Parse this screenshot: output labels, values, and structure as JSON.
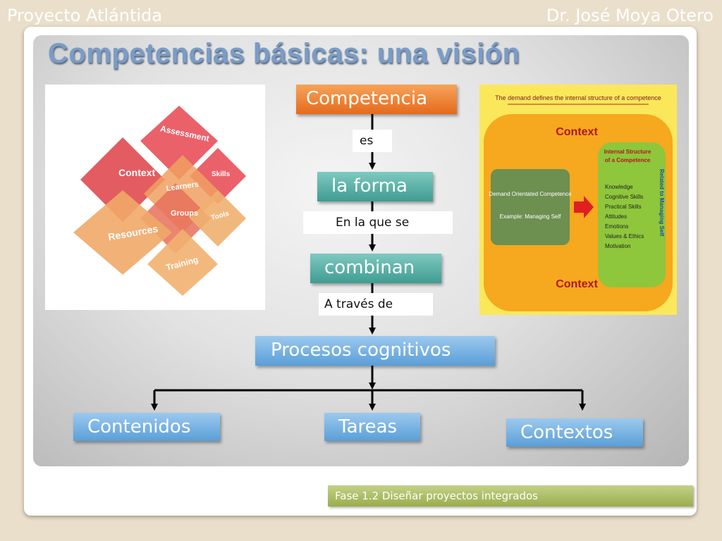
{
  "header": {
    "left": "Proyecto Atlántida",
    "right": "Dr. José Moya Otero"
  },
  "title": "Competencias básicas: una visión",
  "nodes": {
    "competencia": "Competencia",
    "forma": "la forma",
    "combinan": "combinan",
    "procesos": "Procesos cognitivos",
    "contenidos": "Contenidos",
    "tareas": "Tareas",
    "contextos": "Contextos"
  },
  "connectors": {
    "es": "es",
    "en_la_que": "En la que se",
    "a_traves": "A través de"
  },
  "left_image": {
    "labels": [
      "Assessment",
      "Context",
      "Skills",
      "Learners",
      "Groups",
      "Tools",
      "Resources",
      "Training"
    ]
  },
  "right_image": {
    "heading": "The demand defines the internal structure of a competence",
    "context_top": "Context",
    "context_bottom": "Context",
    "demand_box_title": "Demand Orientated Competence",
    "demand_box_example": "Example: Managing Self",
    "internal_title_1": "Internal Structure",
    "internal_title_2": "of a Competence",
    "internal_items": [
      "Knowledge",
      "Cognitive Skills",
      "Practical Skills",
      "Attitudes",
      "Emotions",
      "Values & Ethics",
      "Motivation"
    ],
    "side_label": "Related to Managing Self"
  },
  "footer": "Fase 1.2 Diseñar proyectos integrados",
  "colors": {
    "orange": "#e56a1c",
    "teal": "#3f9c92",
    "blue": "#5a9fd8",
    "footer": "#9aad4c"
  }
}
